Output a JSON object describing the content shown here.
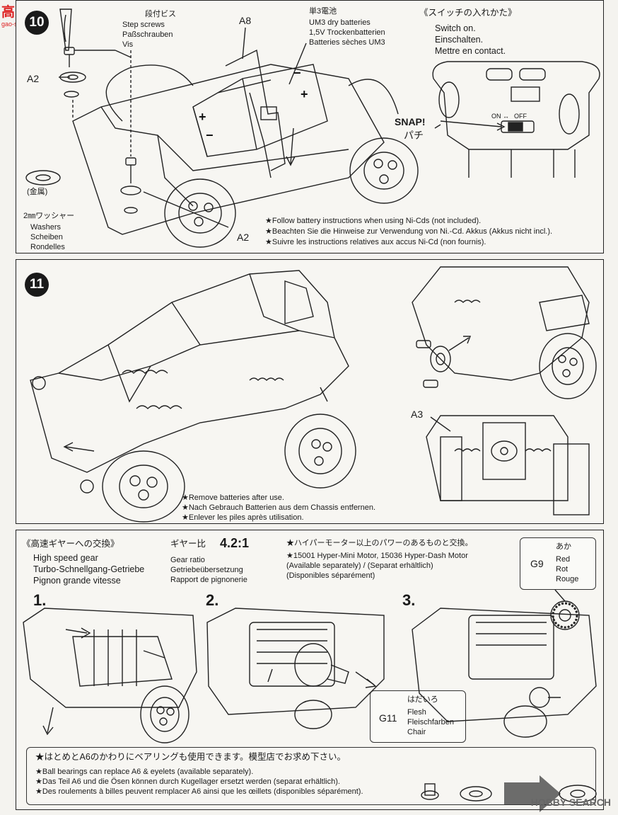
{
  "watermark": {
    "site_name": "高手网",
    "site_url": "gao-shou.com",
    "brand": "HOBBY SEARCH"
  },
  "step10": {
    "screw_jp": "段付ビス",
    "screw_en": "Step screws",
    "screw_de": "Paßschrauben",
    "screw_fr": "Vis",
    "part_a8": "A8",
    "part_a2_left": "A2",
    "part_a2_bottom": "A2",
    "battery_jp": "単3電池",
    "battery_en": "UM3 dry batteries",
    "battery_de": "1,5V Trockenbatterien",
    "battery_fr": "Batteries sèches UM3",
    "plus_sign": "+",
    "minus_sign": "−",
    "metal_label": "(金属)",
    "washer_jp": "2㎜ワッシャー",
    "washer_en": "Washers",
    "washer_de": "Scheiben",
    "washer_fr": "Rondelles",
    "switch_title": "《スイッチの入れかた》",
    "switch_en": "Switch on.",
    "switch_de": "Einschalten.",
    "switch_fr": "Mettre en contact.",
    "snap_en": "SNAP!",
    "snap_jp": "パチ",
    "switch_on": "ON",
    "switch_arrow": "↔",
    "switch_off": "OFF",
    "notes": [
      "★Follow battery instructions when using Ni-Cds (not included).",
      "★Beachten Sie die Hinweise zur Verwendung von Ni.-Cd. Akkus (Akkus nicht incl.).",
      "★Suivre les instructions relatives aux accus Ni-Cd (non fournis)."
    ]
  },
  "step11": {
    "number": "11",
    "part_a3": "A3",
    "notes": [
      "★Remove batteries after use.",
      "★Nach Gebrauch Batterien aus dem Chassis entfernen.",
      "★Enlever les piles après utilisation."
    ]
  },
  "gear": {
    "title_jp": "《高速ギヤーへの交換》",
    "title_en": "High speed gear",
    "title_de": "Turbo-Schnellgang-Getriebe",
    "title_fr": "Pignon grande vitesse",
    "ratio_jp": "ギヤー比",
    "ratio_value": "4.2:1",
    "ratio_en": "Gear ratio",
    "ratio_de": "Getriebeübersetzung",
    "ratio_fr": "Rapport de pignonerie",
    "motor_jp": "★ハイパーモーター以上のパワーのあるものと交換。",
    "motor_en": "★15001 Hyper-Mini Motor, 15036 Hyper-Dash Motor",
    "motor_avail": "(Available separately) / (Separat erhältlich)",
    "motor_fr": "(Disponibles séparément)",
    "steps": [
      "1.",
      "2.",
      "3."
    ],
    "g9": {
      "code": "G9",
      "jp": "あか",
      "en": "Red",
      "de": "Rot",
      "fr": "Rouge"
    },
    "g11": {
      "code": "G11",
      "jp": "はだいろ",
      "en": "Flesh",
      "de": "Fleischfarben",
      "fr": "Chair"
    }
  },
  "bearing": {
    "jp": "★はとめとA6のかわりにベアリングも使用できます。模型店でお求め下さい。",
    "en": "★Ball bearings can replace A6 & eyelets (available separately).",
    "de": "★Das Teil A6 und die Ösen können durch Kugellager ersetzt werden (separat erhältlich).",
    "fr": "★Des roulements à billes peuvent remplacer A6 ainsi que les œillets (disponibles séparément)."
  }
}
